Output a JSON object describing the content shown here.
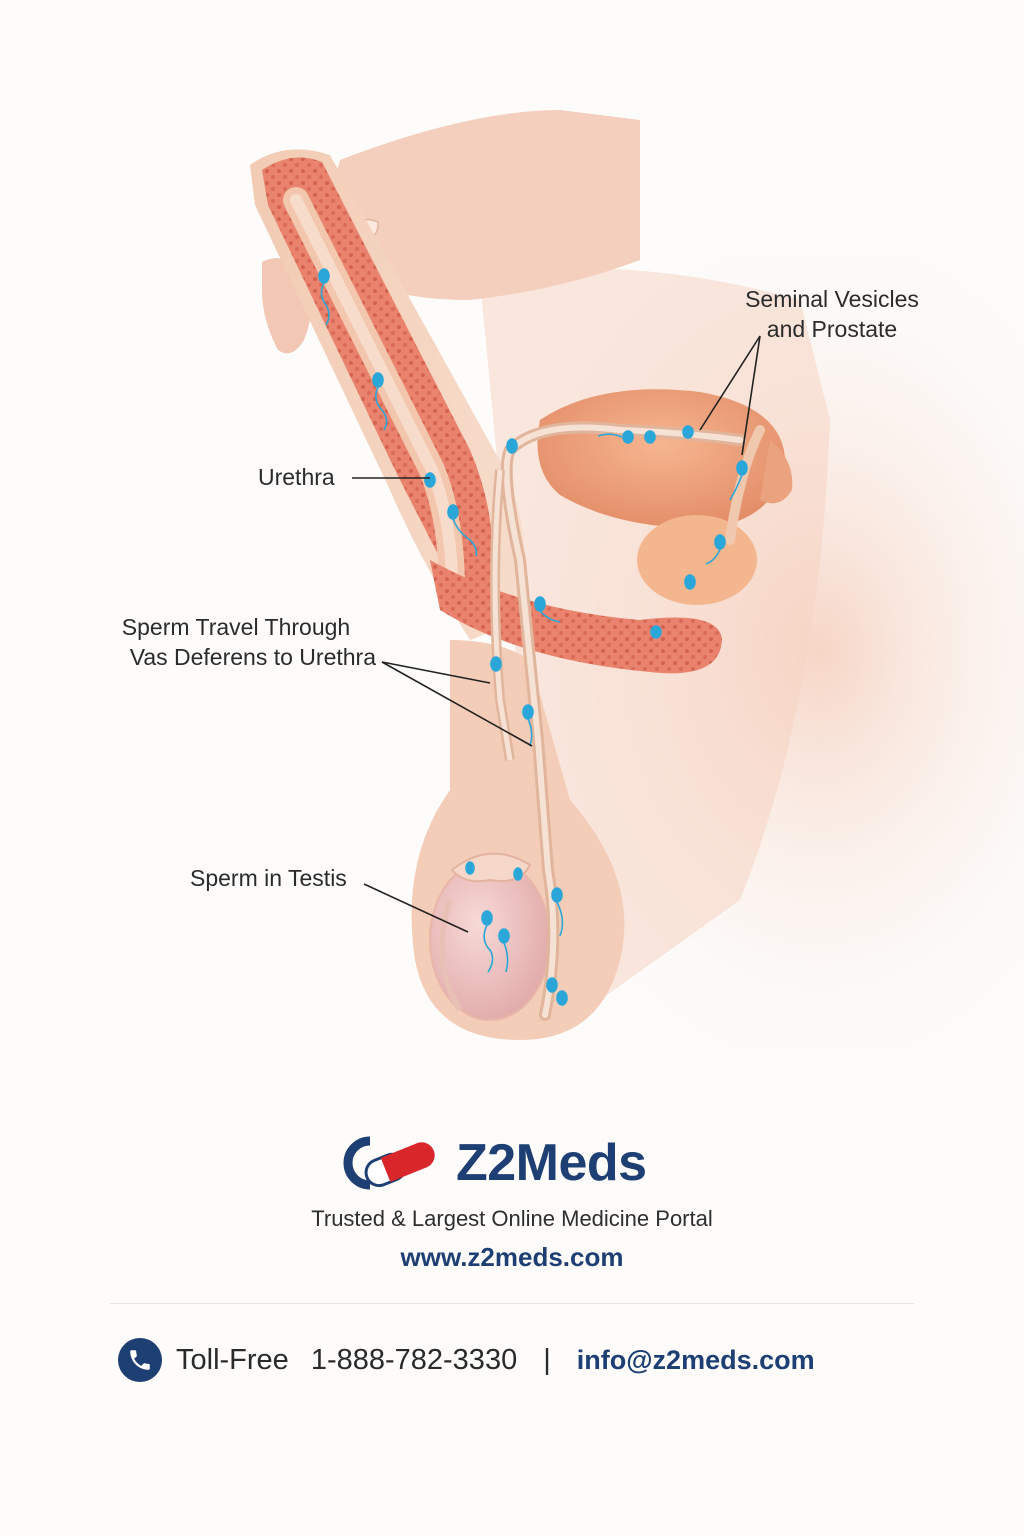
{
  "labels": {
    "seminal": [
      "Seminal Vesicles",
      "and Prostate"
    ],
    "urethra": "Urethra",
    "vas": [
      "Sperm Travel Through",
      "Vas Deferens to Urethra"
    ],
    "testis": "Sperm in Testis"
  },
  "brand": {
    "name": "Z2Meds",
    "tagline": "Trusted & Largest Online Medicine Portal",
    "website": "www.z2meds.com"
  },
  "contact": {
    "tollfree_label": "Toll-Free",
    "phone": "1-888-782-3330",
    "separator": "|",
    "email": "info@z2meds.com"
  },
  "colors": {
    "brand_blue": "#1e3f73",
    "brand_red": "#d8262b",
    "sperm": "#2aa7d8",
    "tissue": "#e8846f"
  },
  "icons": [
    "capsule-logo-icon",
    "phone-icon"
  ]
}
